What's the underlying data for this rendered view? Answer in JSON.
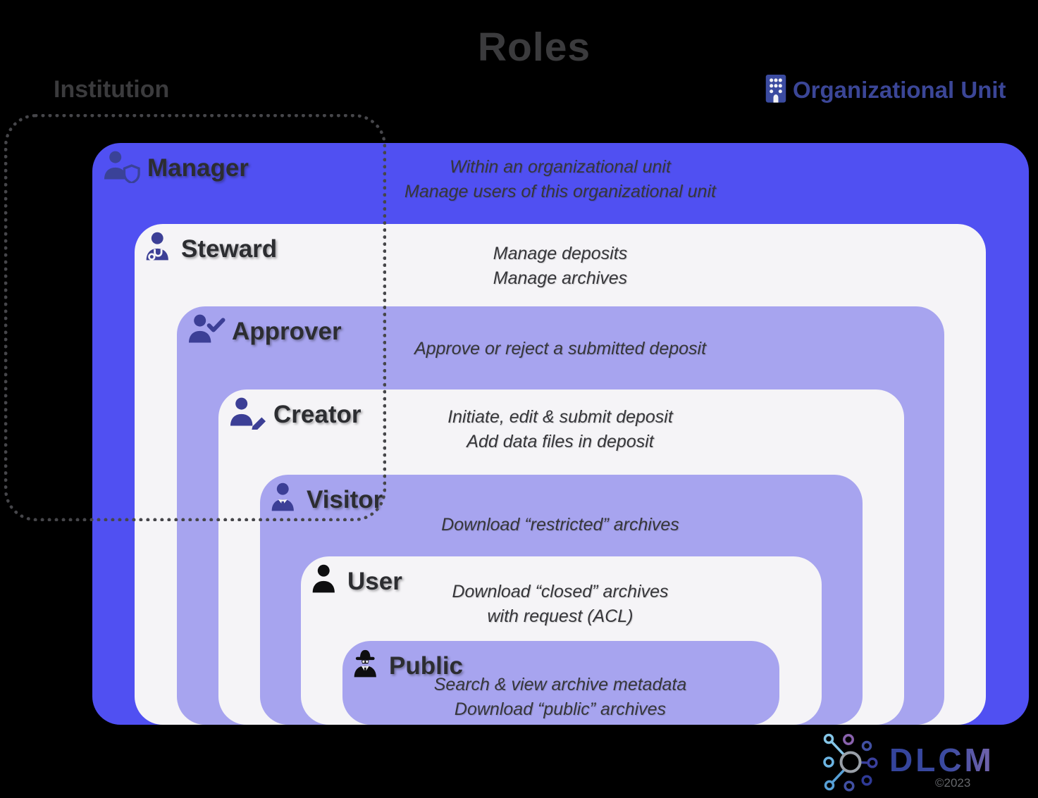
{
  "title": "Roles",
  "labels": {
    "institution": "Institution",
    "organizational_unit": "Organizational Unit"
  },
  "roles": [
    {
      "name": "Manager",
      "icon": "user-shield-icon",
      "descriptions": [
        "Within an organizational unit",
        "Manage users of this organizational unit"
      ]
    },
    {
      "name": "Steward",
      "icon": "user-doctor-icon",
      "descriptions": [
        "Manage deposits",
        "Manage archives"
      ]
    },
    {
      "name": "Approver",
      "icon": "user-check-icon",
      "descriptions": [
        "Approve or reject a submitted deposit"
      ]
    },
    {
      "name": "Creator",
      "icon": "user-edit-icon",
      "descriptions": [
        "Initiate, edit & submit deposit",
        "Add data files in deposit"
      ]
    },
    {
      "name": "Visitor",
      "icon": "user-tie-icon",
      "descriptions": [
        "Download “restricted” archives"
      ]
    },
    {
      "name": "User",
      "icon": "user-icon",
      "descriptions": [
        "Download “closed” archives",
        "with request (ACL)"
      ]
    },
    {
      "name": "Public",
      "icon": "user-secret-icon",
      "descriptions": [
        "Search & view archive metadata",
        "Download “public” archives"
      ]
    }
  ],
  "logo": {
    "text": "DLCM",
    "copyright": "©2023"
  },
  "colors": {
    "background": "#000000",
    "manager_blue": "#5050f2",
    "light_purple": "#a7a4ef",
    "light_gray": "#f5f4f7",
    "icon_blue": "#3c4096",
    "heading_gray": "#3b3b3d",
    "orgunit_blue": "#3b4697",
    "dashed_border": "#46464a"
  }
}
